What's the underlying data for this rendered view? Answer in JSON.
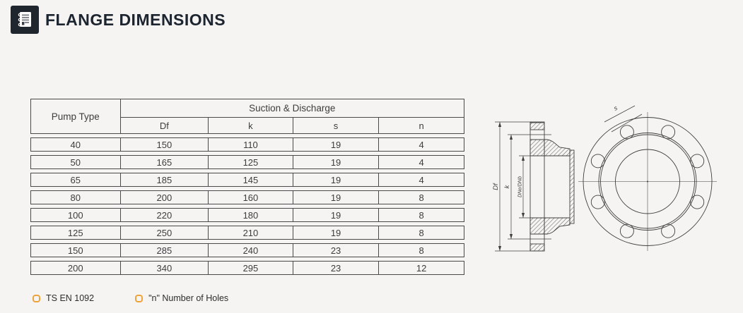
{
  "page": {
    "title": "FLANGE DIMENSIONS",
    "background_color": "#f5f4f2",
    "title_color": "#1c2430",
    "accent_orange": "#eda43c",
    "table_line_color": "#4a4a4a",
    "icon": "notebook-icon"
  },
  "table": {
    "header": {
      "pump_type": "Pump Type",
      "group": "Suction & Discharge",
      "columns": [
        "Df",
        "k",
        "s",
        "n"
      ]
    },
    "rows": [
      {
        "pump_type": "40",
        "Df": "150",
        "k": "110",
        "s": "19",
        "n": "4"
      },
      {
        "pump_type": "50",
        "Df": "165",
        "k": "125",
        "s": "19",
        "n": "4"
      },
      {
        "pump_type": "65",
        "Df": "185",
        "k": "145",
        "s": "19",
        "n": "4"
      },
      {
        "pump_type": "80",
        "Df": "200",
        "k": "160",
        "s": "19",
        "n": "8"
      },
      {
        "pump_type": "100",
        "Df": "220",
        "k": "180",
        "s": "19",
        "n": "8"
      },
      {
        "pump_type": "125",
        "Df": "250",
        "k": "210",
        "s": "19",
        "n": "8"
      },
      {
        "pump_type": "150",
        "Df": "285",
        "k": "240",
        "s": "23",
        "n": "8"
      },
      {
        "pump_type": "200",
        "Df": "340",
        "k": "295",
        "s": "23",
        "n": "12"
      }
    ]
  },
  "notes": [
    {
      "label": "TS EN 1092"
    },
    {
      "label": "\"n\" Number of Holes"
    }
  ],
  "drawing": {
    "labels": {
      "flange_outer_diameter": "Df",
      "bolt_circle": "k",
      "bore": "DNe/DNb",
      "hole_diameter": "s"
    },
    "bolt_hole_count": 8,
    "views": [
      "section-view",
      "front-view"
    ]
  }
}
